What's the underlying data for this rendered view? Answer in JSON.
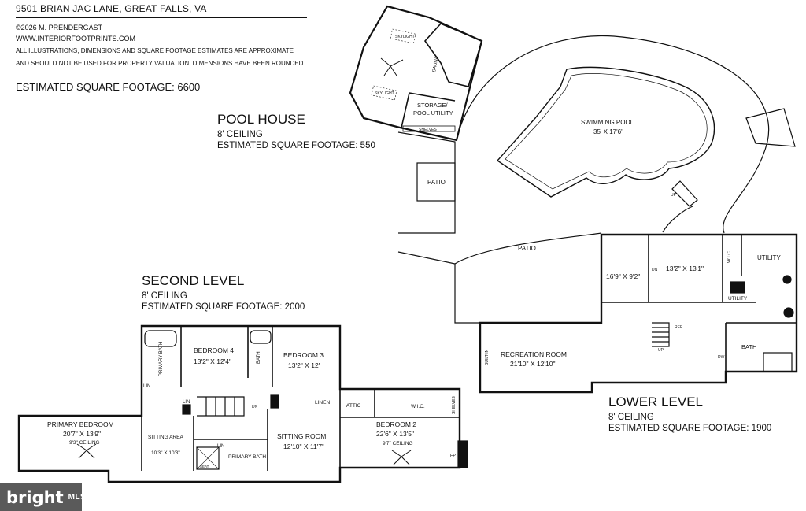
{
  "header": {
    "address": "9501 BRIAN JAC LANE, GREAT FALLS, VA",
    "copyright": "©2026 M. PRENDERGAST",
    "website": "WWW.INTERIORFOOTPRINTS.COM",
    "disclaimer_1": "ALL ILLUSTRATIONS, DIMENSIONS AND SQUARE FOOTAGE ESTIMATES ARE APPROXIMATE",
    "disclaimer_2": "AND  SHOULD NOT BE USED FOR PROPERTY VALUATION. DIMENSIONS HAVE BEEN ROUNDED.",
    "total_sqft": "ESTIMATED SQUARE FOOTAGE: 6600"
  },
  "pool_house": {
    "title": "POOL HOUSE",
    "ceiling": "8' CEILING",
    "sqft": "ESTIMATED SQUARE FOOTAGE: 550"
  },
  "second_level": {
    "title": "SECOND LEVEL",
    "ceiling": "8' CEILING",
    "sqft": "ESTIMATED SQUARE FOOTAGE: 2000"
  },
  "lower_level": {
    "title": "LOWER LEVEL",
    "ceiling": "8' CEILING",
    "sqft": "ESTIMATED SQUARE FOOTAGE: 1900"
  },
  "rooms": {
    "skylight": "SKYLIGHT",
    "sauna": "SAUNA",
    "storage_1": "STORAGE/",
    "storage_2": "POOL UTILITY",
    "shelves": "SHELVES",
    "patio_small": "PATIO",
    "patio_large": "PATIO",
    "pool": "SWIMMING POOL",
    "pool_dim": "35' X 17'6\"",
    "up": "UP",
    "dn": "DN",
    "ll_room1": "16'9\" X 9'2\"",
    "ll_room2": "13'2\" X 13'1\"",
    "wic": "W.I.C.",
    "utility": "UTILITY",
    "utility2": "UTILITY",
    "ref": "REF",
    "rec_room": "RECREATION ROOM",
    "rec_dim": "21'10\" X 12'10\"",
    "built_in": "BUILT-IN",
    "bath": "BATH",
    "dw": "DW",
    "primary_bedroom": "PRIMARY BEDROOM",
    "primary_bedroom_dim": "20'7\" X 13'9\"",
    "primary_bedroom_ceiling": "9'3\" CEILING",
    "primary_bath": "PRIMARY BATH",
    "lin": "LIN",
    "sitting_area": "SITTING AREA",
    "sitting_area_dim": "10'3\" X 10'3\"",
    "bedroom4": "BEDROOM 4",
    "bedroom4_dim": "13'2\" X 12'4\"",
    "bedroom3": "BEDROOM 3",
    "bedroom3_dim": "13'2\" X 12'",
    "linen": "LINEN",
    "attic": "ATTIC",
    "sitting_room": "SITTING ROOM",
    "sitting_room_dim": "12'10\" X 11'7\"",
    "bedroom2": "BEDROOM 2",
    "bedroom2_dim": "22'6\" X 13'5\"",
    "bedroom2_ceiling": "9'7\" CEILING",
    "fp": "FP",
    "seat": "SEAT"
  },
  "logo": {
    "brand": "bright",
    "mls": "MLS"
  }
}
